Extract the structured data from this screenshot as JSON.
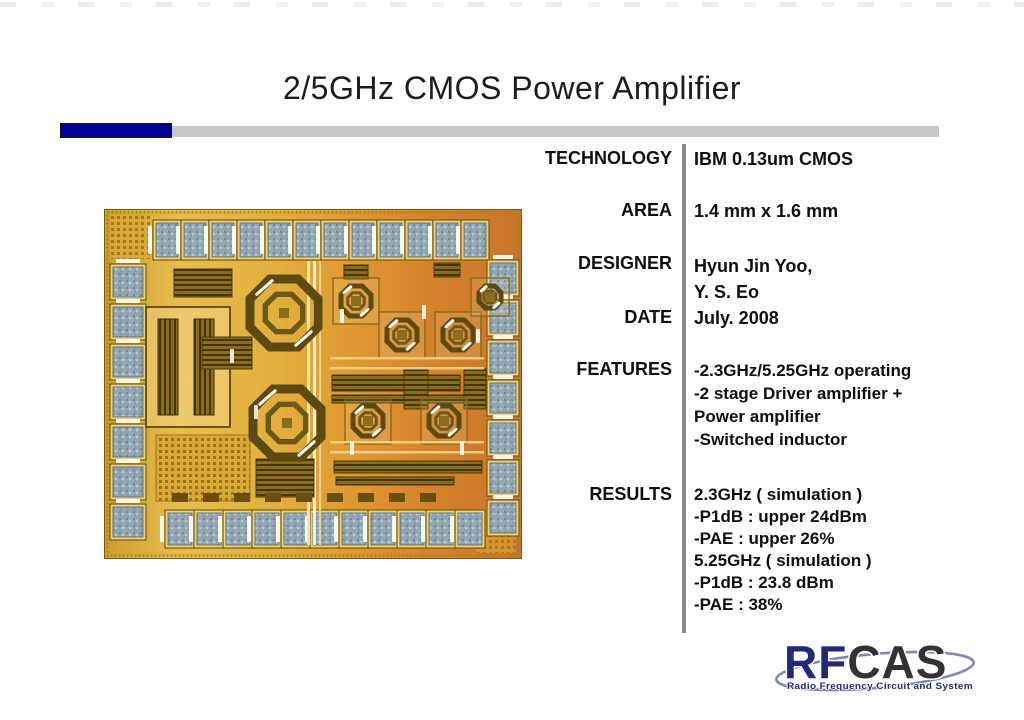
{
  "slide": {
    "title": "2/5GHz CMOS Power Amplifier"
  },
  "specs": [
    {
      "label": "TECHNOLOGY",
      "lines": [
        "IBM 0.13um CMOS"
      ]
    },
    {
      "label": "AREA",
      "lines": [
        "1.4 mm x 1.6 mm"
      ]
    },
    {
      "label": "DESIGNER",
      "lines": [
        "Hyun Jin Yoo,",
        "Y. S. Eo"
      ]
    },
    {
      "label": "DATE",
      "lines": [
        "July. 2008"
      ]
    },
    {
      "label": "FEATURES",
      "lines": [
        "-2.3GHz/5.25GHz operating",
        "-2 stage Driver amplifier +",
        "Power amplifier",
        "-Switched inductor"
      ]
    },
    {
      "label": "RESULTS",
      "lines": [
        "2.3GHz ( simulation )",
        "-P1dB : upper 24dBm",
        "-PAE : upper 26%",
        "5.25GHz ( simulation )",
        "-P1dB : 23.8 dBm",
        "-PAE : 38%"
      ]
    }
  ],
  "chip_image": {
    "description": "die photograph of the 2/5GHz CMOS power amplifier chip"
  },
  "logo": {
    "text_rf": "RF",
    "text_cas": "CAS",
    "tagline": "Radio Frequency Circuit and System"
  },
  "colors": {
    "accent_navy": "#000095",
    "bar_gray": "#c8c8c8",
    "divider_gray": "#8a8a8a",
    "text_black": "#0e0e0e",
    "logo_blue": "#1f2a78",
    "logo_dark": "#333333",
    "swoosh_blue": "#7b8ab5",
    "chip_gold": "#e3b84a",
    "chip_orange": "#cd7a2b",
    "pad_bluegray": "#93a7b2"
  }
}
